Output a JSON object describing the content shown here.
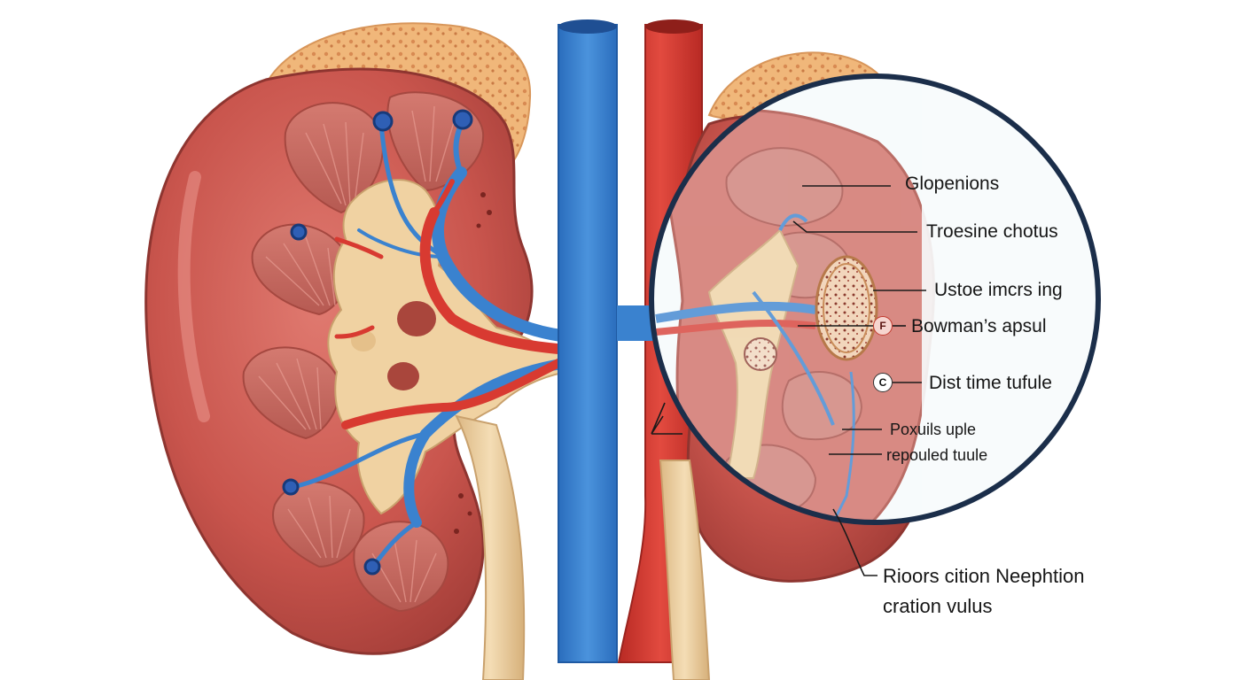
{
  "labels": {
    "glomerulus": "Glopenions",
    "convoluted": "Troesine chotus",
    "interstitial": "Ustoe imcrs ing",
    "bowman": "Bowman’s apsul",
    "distal": "Dist time tufule",
    "proximal": "Poxuils uple",
    "reabsorbed": "repouled tuule",
    "nephron_line1": "Rioors cition Neephtion",
    "nephron_line2": "cration vulus"
  },
  "markers": {
    "bowman": "F",
    "distal": "C"
  },
  "colors": {
    "background": "#ffffff",
    "renal_cortex": "#c9554d",
    "medulla_pyramid": "#c46a60",
    "renal_pelvis": "#f0d2a2",
    "adrenal_gland": "#f0b77a",
    "vein": "#3a82cf",
    "artery": "#d83a31",
    "ureter": "#eccf9f",
    "magnifier_ring": "#1b2e4a"
  }
}
